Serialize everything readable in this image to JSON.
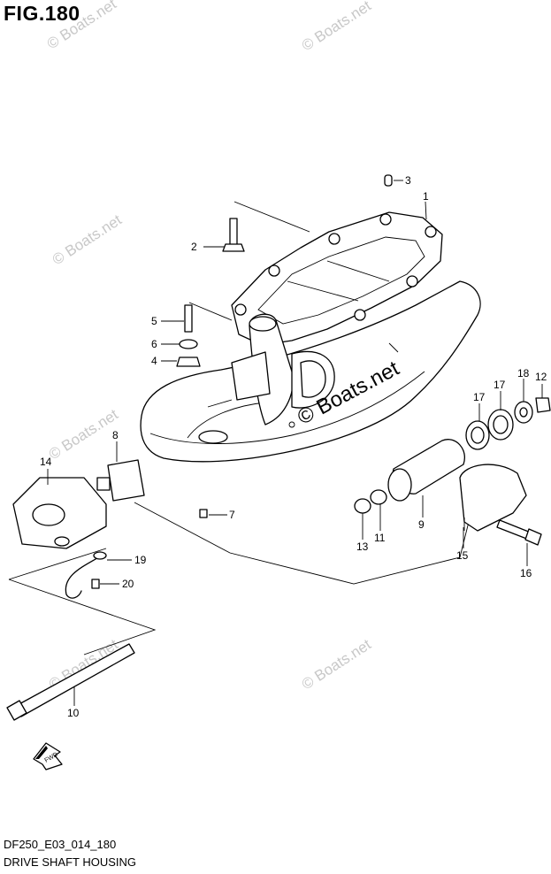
{
  "figure_title": "FIG.180",
  "drawing_code": "DF250_E03_014_180",
  "caption": "DRIVE SHAFT HOUSING",
  "watermark_text": "© Boats.net",
  "fwd_label": "FWD",
  "parts": [
    {
      "id": "p1",
      "label": "1"
    },
    {
      "id": "p2",
      "label": "2"
    },
    {
      "id": "p3",
      "label": "3"
    },
    {
      "id": "p4",
      "label": "4"
    },
    {
      "id": "p5",
      "label": "5"
    },
    {
      "id": "p6",
      "label": "6"
    },
    {
      "id": "p7",
      "label": "7"
    },
    {
      "id": "p8",
      "label": "8"
    },
    {
      "id": "p9",
      "label": "9"
    },
    {
      "id": "p10",
      "label": "10"
    },
    {
      "id": "p11",
      "label": "11"
    },
    {
      "id": "p12",
      "label": "12"
    },
    {
      "id": "p13",
      "label": "13"
    },
    {
      "id": "p14",
      "label": "14"
    },
    {
      "id": "p15",
      "label": "15"
    },
    {
      "id": "p16",
      "label": "16"
    },
    {
      "id": "p17a",
      "label": "17"
    },
    {
      "id": "p17b",
      "label": "17"
    },
    {
      "id": "p18",
      "label": "18"
    },
    {
      "id": "p19",
      "label": "19"
    },
    {
      "id": "p20",
      "label": "20"
    }
  ]
}
